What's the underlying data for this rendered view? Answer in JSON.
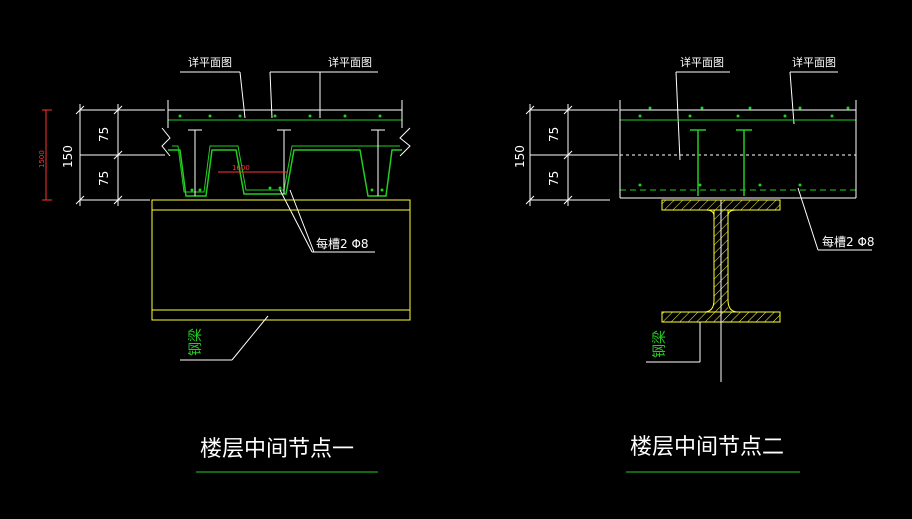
{
  "colors": {
    "background": "#000000",
    "dimension_line": "#ffffff",
    "slab_outline": "#22cc22",
    "rebar": "#22cc22",
    "deck_profile": "#22cc22",
    "beam_outline": "#ffff33",
    "beam_hatch": "#ffff33",
    "leader": "#ffffff",
    "red_dimension": "#ff3333",
    "label_white": "#ffffff",
    "label_green": "#22cc22"
  },
  "node_one": {
    "title": "楼层中间节点一",
    "ref_label_left": "详平面图",
    "ref_label_right": "详平面图",
    "dim_total": "150",
    "dim_top": "75",
    "dim_bottom": "75",
    "dim_red": "1500",
    "rib_dim": "1600",
    "rebar_note": "每槽2 Φ8",
    "beam_label": "钢梁"
  },
  "node_two": {
    "title": "楼层中间节点二",
    "ref_label_left": "详平面图",
    "ref_label_right": "详平面图",
    "dim_total": "150",
    "dim_top": "75",
    "dim_bottom": "75",
    "rebar_note": "每槽2 Φ8",
    "beam_label": "钢梁"
  }
}
